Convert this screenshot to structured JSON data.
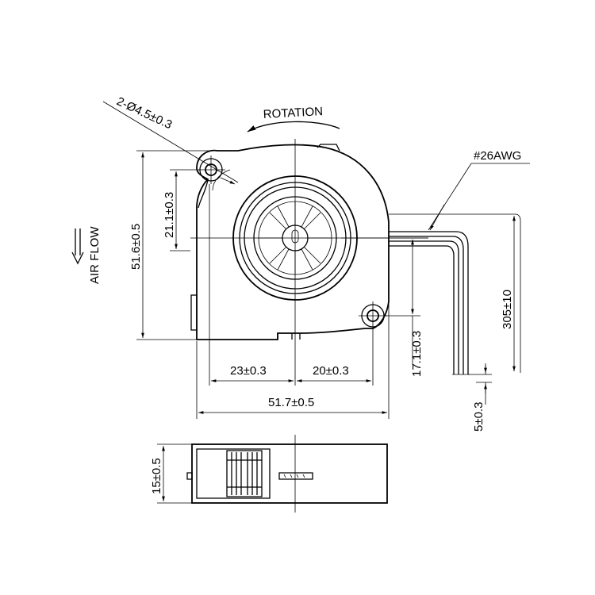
{
  "top_view": {
    "hole_label": "2-Ø4.5±0.3",
    "rotation_label": "ROTATION",
    "air_flow_label": "AIR FLOW",
    "wire_gauge_label": "#26AWG",
    "height_dim": "51.6±0.5",
    "hole_vertical_dim": "21.1±0.3",
    "hole2_vertical_dim": "17.1±0.3",
    "left_horizontal_dim": "23±0.3",
    "right_horizontal_dim": "20±0.3",
    "width_dim": "51.7±0.5",
    "wire_length_dim": "305±10",
    "strip_length_dim": "5±0.3"
  },
  "side_view": {
    "thickness_dim": "15±0.5"
  }
}
